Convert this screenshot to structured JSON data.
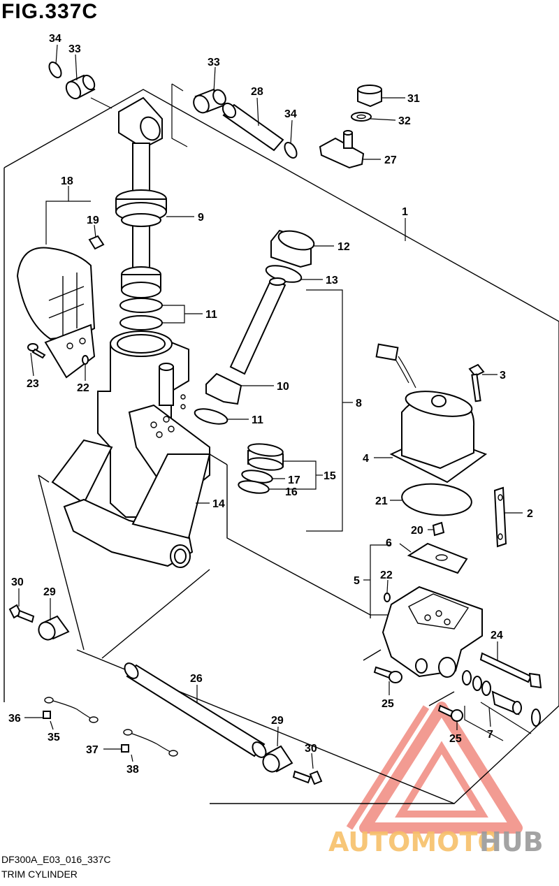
{
  "figure": {
    "title": "FIG.337C",
    "code": "DF300A_E03_016_337C",
    "name": "TRIM CYLINDER"
  },
  "watermark": {
    "brand_part1": "AUTOMOTO",
    "brand_part2": "HUB",
    "color_primary": "#f08a80",
    "color_secondary": "#f7c06a",
    "color_tertiary": "#9a9a9a"
  },
  "callouts": [
    {
      "id": "c34a",
      "label": "34"
    },
    {
      "id": "c33a",
      "label": "33"
    },
    {
      "id": "c33b",
      "label": "33"
    },
    {
      "id": "c28",
      "label": "28"
    },
    {
      "id": "c34b",
      "label": "34"
    },
    {
      "id": "c31",
      "label": "31"
    },
    {
      "id": "c32",
      "label": "32"
    },
    {
      "id": "c27",
      "label": "27"
    },
    {
      "id": "c18",
      "label": "18"
    },
    {
      "id": "c19",
      "label": "19"
    },
    {
      "id": "c9",
      "label": "9"
    },
    {
      "id": "c1",
      "label": "1"
    },
    {
      "id": "c12",
      "label": "12"
    },
    {
      "id": "c13",
      "label": "13"
    },
    {
      "id": "c11a",
      "label": "11"
    },
    {
      "id": "c3",
      "label": "3"
    },
    {
      "id": "c10",
      "label": "10"
    },
    {
      "id": "c8",
      "label": "8"
    },
    {
      "id": "c23",
      "label": "23"
    },
    {
      "id": "c22a",
      "label": "22"
    },
    {
      "id": "c11b",
      "label": "11"
    },
    {
      "id": "c4",
      "label": "4"
    },
    {
      "id": "c17",
      "label": "17"
    },
    {
      "id": "c15",
      "label": "15"
    },
    {
      "id": "c16",
      "label": "16"
    },
    {
      "id": "c14",
      "label": "14"
    },
    {
      "id": "c21",
      "label": "21"
    },
    {
      "id": "c2",
      "label": "2"
    },
    {
      "id": "c20",
      "label": "20"
    },
    {
      "id": "c6",
      "label": "6"
    },
    {
      "id": "c22b",
      "label": "22"
    },
    {
      "id": "c5",
      "label": "5"
    },
    {
      "id": "c30a",
      "label": "30"
    },
    {
      "id": "c29a",
      "label": "29"
    },
    {
      "id": "c24",
      "label": "24"
    },
    {
      "id": "c26",
      "label": "26"
    },
    {
      "id": "c25a",
      "label": "25"
    },
    {
      "id": "c36",
      "label": "36"
    },
    {
      "id": "c35",
      "label": "35"
    },
    {
      "id": "c29b",
      "label": "29"
    },
    {
      "id": "c25b",
      "label": "25"
    },
    {
      "id": "c7",
      "label": "7"
    },
    {
      "id": "c37",
      "label": "37"
    },
    {
      "id": "c30b",
      "label": "30"
    },
    {
      "id": "c38",
      "label": "38"
    }
  ]
}
